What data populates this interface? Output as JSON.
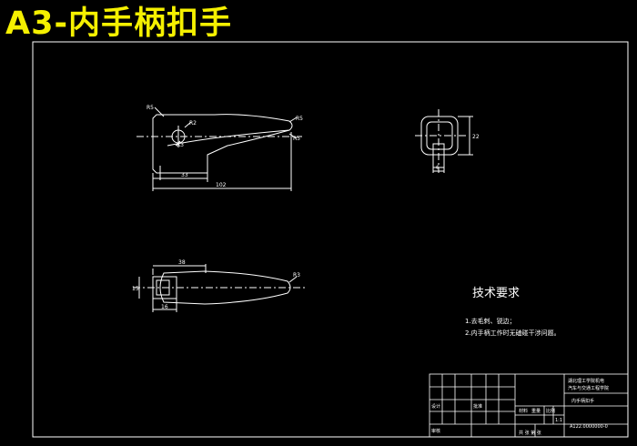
{
  "title": "A3-内手柄扣手",
  "colors": {
    "background": "#000000",
    "title": "#f5f000",
    "lines": "#ffffff",
    "dimensions": "#ffffff"
  },
  "side_view": {
    "radius_top_left": "R5",
    "radius_hole": "R2",
    "radius_tip": "R5",
    "radius_tip_inner": "R5",
    "radius_lower": "R3",
    "dim_short": "33",
    "dim_total": "102"
  },
  "end_view": {
    "dim_height": "22",
    "dim_stem": "6"
  },
  "top_view": {
    "dim_length": "38",
    "dim_width": "15",
    "dim_depth": "16",
    "radius_tip": "R3"
  },
  "tech_requirements": {
    "heading": "技术要求",
    "items": [
      "1.去毛刺、锐边；",
      "2.内手柄工作时无磕碰干涉问题。"
    ]
  },
  "title_block": {
    "school_line1": "湖北理工学院机电",
    "school_line2": "汽车与交通工程学院",
    "drawing_name": "内手柄扣手",
    "drawing_number": "A122.0000000-0",
    "scale_label": "比例",
    "sheet_label": "共  张  第  张",
    "designer_label": "设计",
    "checker_label": "审核",
    "approver_label": "批准",
    "material_label": "材料",
    "weight_label": "重量",
    "scale_value": "1:1"
  }
}
